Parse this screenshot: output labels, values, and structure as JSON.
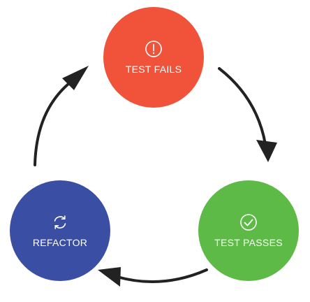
{
  "nodes": {
    "fail": {
      "label": "TEST FAILS",
      "color": "#f0533a",
      "icon": "exclamation-circle-icon"
    },
    "pass": {
      "label": "TEST PASSES",
      "color": "#5dba47",
      "icon": "checkmark-circle-icon"
    },
    "refactor": {
      "label": "REFACTOR",
      "color": "#3a4ea3",
      "icon": "refresh-arrows-icon"
    }
  },
  "arrow_color": "#222222"
}
